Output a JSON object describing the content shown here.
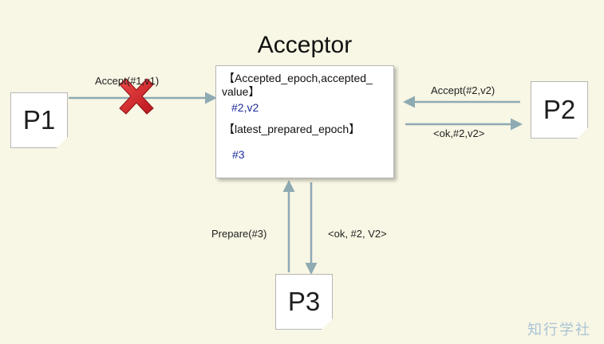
{
  "diagram": {
    "title": "Acceptor",
    "acceptor": {
      "field1_line1": "【Accepted_epoch,accepted_",
      "field1_line2": "value】",
      "field1_value": "#2,v2",
      "field2_label": "【latest_prepared_epoch】",
      "field2_value": "#3"
    },
    "nodes": {
      "p1": "P1",
      "p2": "P2",
      "p3": "P3"
    },
    "edges": {
      "p1_accept": "Accept(#1,v1)",
      "p2_accept": "Accept(#2,v2)",
      "p2_ok": "<ok,#2,v2>",
      "p3_prepare": "Prepare(#3)",
      "p3_ok": "<ok, #2, V2>"
    },
    "rejected_icon": "red-x-icon",
    "watermark": "知行学社",
    "colors": {
      "arrow": "#8eaab3",
      "reject": "#d9242b",
      "value_text": "#1f2d9a"
    }
  }
}
